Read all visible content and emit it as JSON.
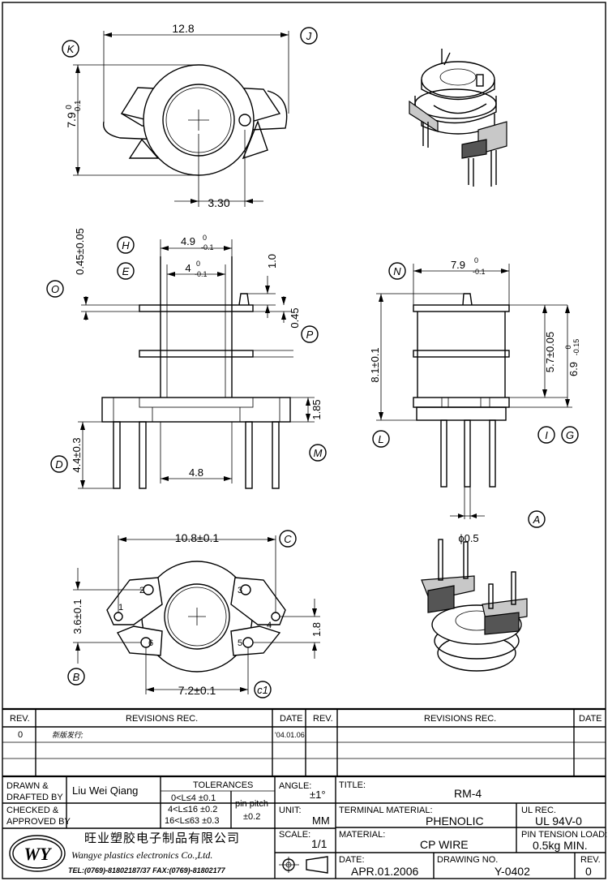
{
  "dims": {
    "top_width": "12.8",
    "top_height": "7.9",
    "top_height_tol_upper": "0",
    "top_height_tol_lower": "-0.1",
    "top_offset": "3.30",
    "front_flange_thk": "0.45±0.05",
    "front_outer_width": "4.9",
    "front_outer_width_upper": "0",
    "front_outer_width_lower": "-0.1",
    "front_inner_width": "4",
    "front_inner_width_upper": "0",
    "front_inner_width_lower": "-0.1",
    "front_pin_top": "1.0",
    "front_gap": "0.45",
    "front_base_height": "1.85",
    "front_pin_length": "4.4±0.3",
    "front_pin_span": "4.8",
    "side_width": "7.9",
    "side_width_upper": "0",
    "side_width_lower": "-0.1",
    "side_height": "8.1±0.1",
    "side_mid": "5.7±0.05",
    "side_total": "6.9",
    "side_total_upper": "0",
    "side_total_lower": "-0.15",
    "pin_dia": "ϕ0.5",
    "bottom_width": "10.8±0.1",
    "bottom_height": "3.6±0.1",
    "bottom_pin_pitch": "1.8",
    "bottom_pin_span": "7.2±0.1"
  },
  "labels": {
    "K": "K",
    "J": "J",
    "H": "H",
    "E": "E",
    "O": "O",
    "P": "P",
    "M": "M",
    "D": "D",
    "N": "N",
    "L": "L",
    "I": "I",
    "G": "G",
    "A": "A",
    "C": "C",
    "B": "B",
    "C1": "c1"
  },
  "pins": [
    "1",
    "2",
    "3",
    "4",
    "5",
    "6"
  ],
  "revisions": {
    "headers": {
      "rev": "REV.",
      "rec": "REVISIONS REC.",
      "date": "DATE"
    },
    "rows": [
      {
        "rev": "0",
        "rec": "新版发行;",
        "date": "'04.01.06"
      }
    ]
  },
  "title_block": {
    "drawn_label": "DRAWN &\nDRAFTED BY",
    "drawn_label_1": "DRAWN &",
    "drawn_label_2": "DRAFTED BY",
    "drawn_value": "Liu Wei Qiang",
    "checked_label_1": "CHECKED &",
    "checked_label_2": "APPROVED BY",
    "tolerances_label": "TOLERANCES",
    "tol_rows": [
      "0<L≤4   ±0.1",
      "4<L≤16  ±0.2",
      "16<L≤63 ±0.3"
    ],
    "pin_pitch_label": "pin pitch",
    "pin_pitch_value": "±0.2",
    "angle_label": "ANGLE:",
    "angle_value": "±1°",
    "unit_label": "UNIT:",
    "unit_value": "MM",
    "scale_label": "SCALE:",
    "scale_value": "1/1",
    "title_label": "TITLE:",
    "title_value": "RM-4",
    "terminal_label": "TERMINAL MATERIAL:",
    "terminal_value": "PHENOLIC",
    "ul_label": "UL REC.",
    "ul_value": "UL 94V-0",
    "material_label": "MATERIAL:",
    "material_value": "CP WIRE",
    "pin_tension_label": "PIN TENSION LOAD:",
    "pin_tension_value": "0.5kg MIN.",
    "date_label": "DATE:",
    "date_value": "APR.01.2006",
    "drawing_no_label": "DRAWING NO.",
    "drawing_no_value": "Y-0402",
    "rev_label": "REV.",
    "rev_value": "0",
    "company_cn": "旺业塑胶电子制品有限公司",
    "company_en": "Wangye plastics electronics Co.,Ltd.",
    "company_tel": "TEL:(0769)-81802187/37   FAX:(0769)-81802177",
    "logo_text": "WY"
  }
}
